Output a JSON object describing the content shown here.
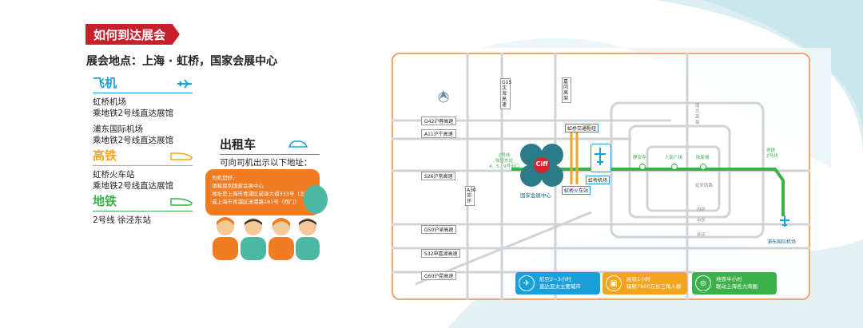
{
  "heading": "如何到达展会",
  "location": "展会地点：上海 · 虹桥，国家会展中心",
  "sections": {
    "plane": {
      "title": "飞机",
      "lines": [
        "虹桥机场",
        "乘地铁2号线直达展馆",
        "浦东国际机场",
        "乘地铁2号线直达展馆"
      ],
      "color": "#1aa0d8"
    },
    "rail": {
      "title": "高铁",
      "lines": [
        "虹桥火车站",
        "乘地铁2号线直达展馆"
      ],
      "color": "#f2a51c"
    },
    "metro": {
      "title": "地铁",
      "lines": [
        "2号线 徐泾东站"
      ],
      "color": "#3cb14a"
    }
  },
  "taxi": {
    "title": "出租车",
    "sub": "可向司机出示以下地址：",
    "bubble": [
      "司机您好，",
      "请载我到国家会展中心",
      "地址是上海市青浦区崧泽大道333号（北门）",
      "或上海市青浦区涞港路181号（西门）"
    ]
  },
  "map": {
    "roads": [
      "G42沪蓉高速",
      "A11沪宁高速",
      "S26沪常高速",
      "G50沪渝高速",
      "S32申嘉湖高速",
      "G60沪昆高速",
      "G15沈海高速",
      "A30郊环",
      "嘉闵高架"
    ],
    "hub_labels": [
      "虹桥交通枢纽",
      "国家会展中心",
      "虹桥火车站",
      "虹桥机场"
    ],
    "metro_labels": [
      "2号线",
      "徐泾东站",
      "4、5、9号出口"
    ],
    "stations": [
      "静安寺",
      "人民广场",
      "陆家嘴"
    ],
    "ring_labels": [
      "南北高架",
      "延安西路",
      "内环",
      "中环",
      "外环"
    ],
    "metro_line_label": [
      "地铁",
      "2号线"
    ],
    "airport_pudong": "浦东国际机场",
    "logo": "Ciff"
  },
  "info_cards": [
    {
      "line1": "航空2~3小时",
      "line2": "直达亚太主要城市",
      "color": "#1aa0d8",
      "icon": "plane-icon"
    },
    {
      "line1": "高铁1小时",
      "line2": "辐射7600万长三角人群",
      "color": "#f2a51c",
      "icon": "train-icon"
    },
    {
      "line1": "地铁半小时",
      "line2": "联动上海各大商圈",
      "color": "#3cb14a",
      "icon": "metro-icon"
    }
  ]
}
